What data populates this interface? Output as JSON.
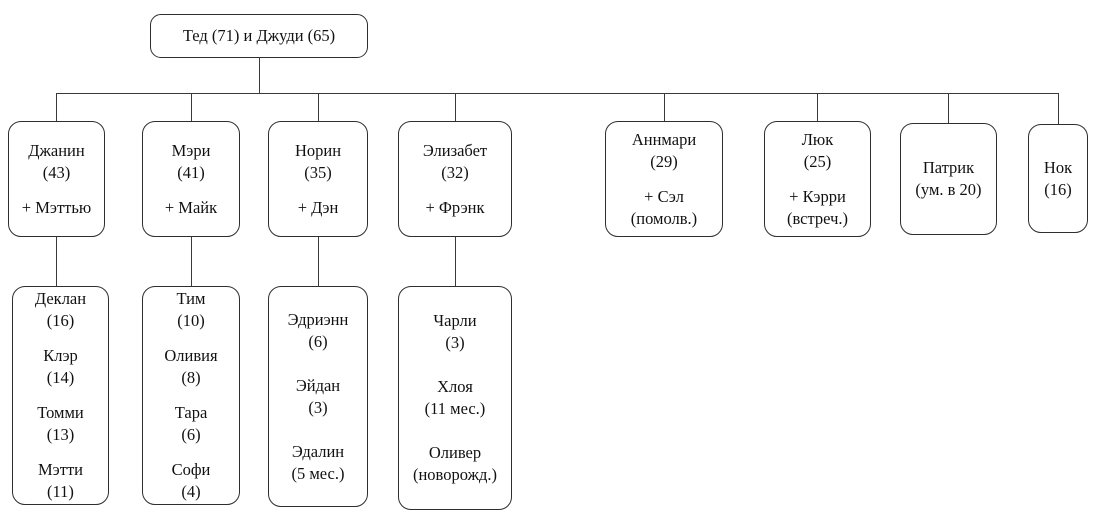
{
  "root": {
    "label": "Тед (71) и Джуди (65)"
  },
  "children": [
    {
      "name": "Джанин",
      "age": "(43)",
      "partner": "+ Мэттью"
    },
    {
      "name": "Мэри",
      "age": "(41)",
      "partner": "+ Майк"
    },
    {
      "name": "Норин",
      "age": "(35)",
      "partner": "+ Дэн"
    },
    {
      "name": "Элизабет",
      "age": "(32)",
      "partner": "+ Фрэнк"
    },
    {
      "name": "Аннмари",
      "age": "(29)",
      "partner": "+ Сэл",
      "partner_note": "(помолв.)"
    },
    {
      "name": "Люк",
      "age": "(25)",
      "partner": "+ Кэрри",
      "partner_note": "(встреч.)"
    },
    {
      "name": "Патрик",
      "age": "(ум. в 20)"
    },
    {
      "name": "Нок",
      "age": "(16)"
    }
  ],
  "grandchildren_groups": [
    {
      "parent": "Джанин",
      "kids": [
        {
          "name": "Деклан",
          "age": "(16)"
        },
        {
          "name": "Клэр",
          "age": "(14)"
        },
        {
          "name": "Томми",
          "age": "(13)"
        },
        {
          "name": "Мэтти",
          "age": "(11)"
        }
      ]
    },
    {
      "parent": "Мэри",
      "kids": [
        {
          "name": "Тим",
          "age": "(10)"
        },
        {
          "name": "Оливия",
          "age": "(8)"
        },
        {
          "name": "Тара",
          "age": "(6)"
        },
        {
          "name": "Софи",
          "age": "(4)"
        }
      ]
    },
    {
      "parent": "Норин",
      "kids": [
        {
          "name": "Эдриэнн",
          "age": "(6)"
        },
        {
          "name": "Эйдан",
          "age": "(3)"
        },
        {
          "name": "Эдалин",
          "age": "(5 мес.)"
        }
      ]
    },
    {
      "parent": "Элизабет",
      "kids": [
        {
          "name": "Чарли",
          "age": "(3)"
        },
        {
          "name": "Хлоя",
          "age": "(11 мес.)"
        },
        {
          "name": "Оливер",
          "age": "(новорожд.)"
        }
      ]
    }
  ],
  "colors": {
    "line": "#3a3a3a",
    "border": "#2e2e2e",
    "background": "#ffffff"
  }
}
